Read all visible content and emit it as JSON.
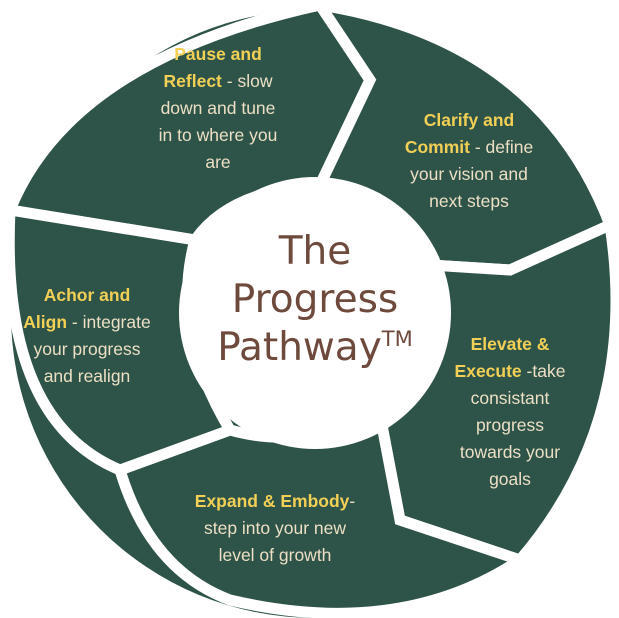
{
  "diagram": {
    "center": {
      "line1": "The",
      "line2": "Progress",
      "line3": "Pathway",
      "mark": "TM"
    },
    "steps": [
      {
        "title_1": "Pause and",
        "title_2": "Reflect",
        "desc_1": " - slow",
        "desc_2": "down and tune",
        "desc_3": "in to where you",
        "desc_4": "are"
      },
      {
        "title_1": "Clarify and",
        "title_2": "Commit",
        "desc_1": " - define",
        "desc_2": "your vision and",
        "desc_3": "next steps"
      },
      {
        "title_1": "Elevate &",
        "title_2": "Execute",
        "desc_1": " -take",
        "desc_2": "consistant",
        "desc_3": "progress",
        "desc_4": "towards your",
        "desc_5": "goals"
      },
      {
        "title_1": "Expand & Embody",
        "desc_1": "-",
        "desc_2": "step into your new",
        "desc_3": "level of growth"
      },
      {
        "title_1": "Achor and",
        "title_2": "Align",
        "desc_1": " - integrate",
        "desc_2": "your progress",
        "desc_3": "and realign"
      }
    ],
    "colors": {
      "segment": "#2e5449",
      "title_text": "#f2cf55",
      "body_text": "#ecdfc4",
      "center_text": "#6e4a3c",
      "background": "#ffffff"
    }
  }
}
